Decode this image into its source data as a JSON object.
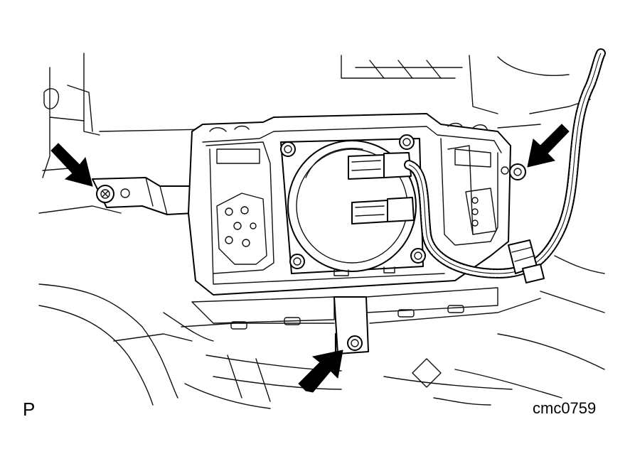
{
  "figure": {
    "view_letter": "P",
    "figure_code": "cmc0759"
  },
  "icons": {
    "arrows": [
      "arrow-left-bolt",
      "arrow-right-bolt",
      "arrow-bottom-bolt"
    ],
    "bolts": [
      "bolt-left",
      "bolt-right",
      "bolt-bottom"
    ]
  },
  "colors": {
    "line": "#000000",
    "background": "#ffffff"
  }
}
